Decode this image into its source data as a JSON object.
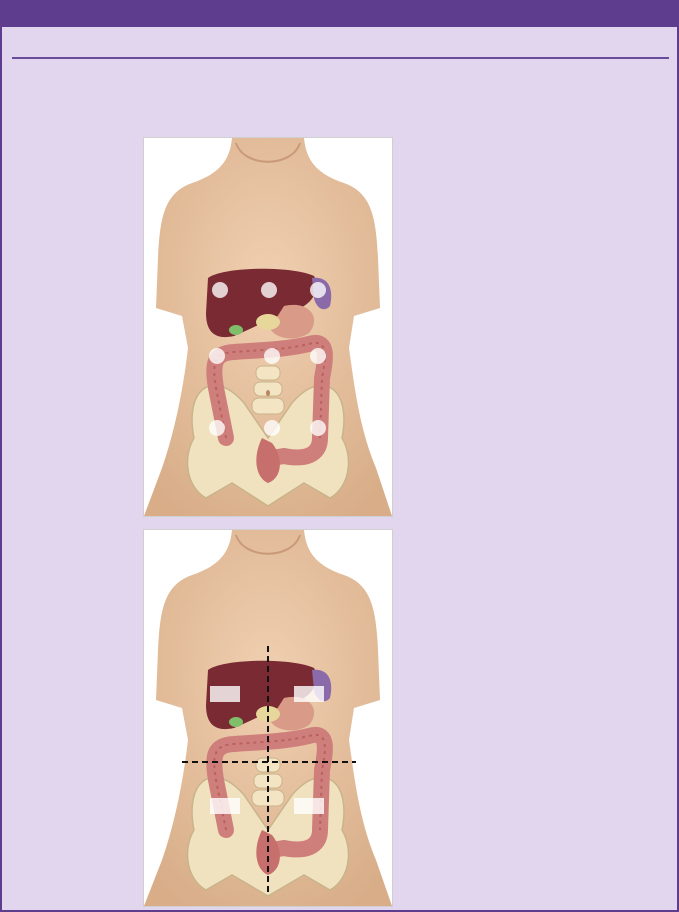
{
  "header": {
    "title": ""
  },
  "figures": [
    {
      "name": "abdomen-nine-regions",
      "markers": 9,
      "lines": "none"
    },
    {
      "name": "abdomen-four-quadrants",
      "markers": 4,
      "lines": "dashed-cross"
    }
  ],
  "colors": {
    "header": "#5e3c8e",
    "panel": "#e2d5ee",
    "rule": "#6b4b9b",
    "skin": "#e9c7a6",
    "liver": "#7a2a33",
    "colon": "#cf7f7b",
    "bone": "#f1e2bf"
  }
}
